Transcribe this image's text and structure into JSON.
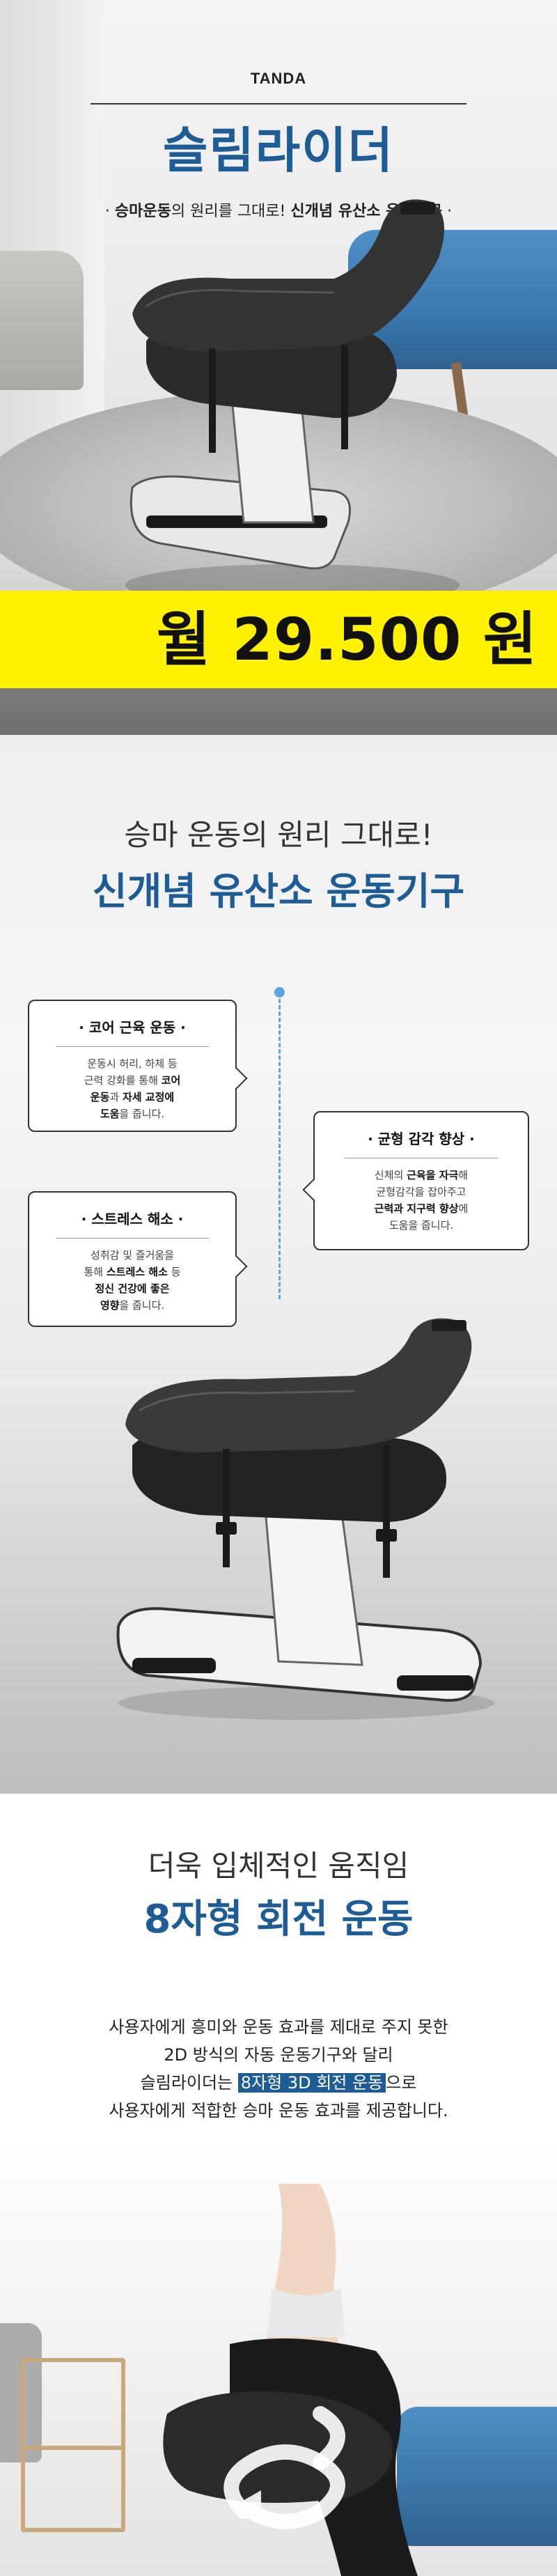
{
  "hero": {
    "brand": "TANDA",
    "title": "슬림라이더",
    "subtitle_prefix": "· ",
    "subtitle_bold1": "승마운동",
    "subtitle_mid": "의 원리를 그대로! ",
    "subtitle_bold2": "신개념 유산소 운동기구",
    "subtitle_suffix": " ·",
    "price": "월 29.500 원",
    "price_band_color": "#fff200"
  },
  "features": {
    "line1": "승마 운동의 원리 그대로!",
    "line2": "신개념 유산소 운동기구",
    "bubbles": [
      {
        "title": "· 코어 근육 운동 ·",
        "body_l1": "운동시 허리, 하체 등",
        "body_l2": "근력 강화를 통해 ",
        "body_l2_b": "코어",
        "body_l3_b1": "운동",
        "body_l3_m": "과 ",
        "body_l3_b2": "자세 교정에",
        "body_l4_b": "도움",
        "body_l4": "을 줍니다."
      },
      {
        "title": "· 균형 감각 향상 ·",
        "body_l1": "신체의 ",
        "body_l1_b": "근육을 자극",
        "body_l1_e": "해",
        "body_l2": "균형감각을 잡아주고",
        "body_l3_b": "근력과 지구력 향상",
        "body_l3": "에",
        "body_l4": "도움을 줍니다."
      },
      {
        "title": "· 스트레스 해소 ·",
        "body_l1": "성취감 및 즐거움을",
        "body_l2": "통해 ",
        "body_l2_b": "스트레스 해소",
        "body_l2_e": " 등",
        "body_l3_b": "정신 건강에 좋은",
        "body_l4_b": "영향",
        "body_l4": "을 줍니다."
      }
    ]
  },
  "motion": {
    "line1": "더욱 입체적인 움직임",
    "line2": "8자형 회전 운동",
    "desc_l1": "사용자에게 흥미와 운동 효과를 제대로 주지 못한",
    "desc_l2": "2D 방식의 자동 운동기구와 달리",
    "desc_l3_pre": "슬림라이더는 ",
    "desc_l3_hl": "8자형 3D 회전 운동",
    "desc_l3_post": "으로",
    "desc_l4": "사용자에게 적합한 승마 운동 효과를 제공합니다."
  },
  "colors": {
    "accent": "#1e5c95",
    "dotted_line": "#59a6e0",
    "sofa": "#3b78b0"
  }
}
